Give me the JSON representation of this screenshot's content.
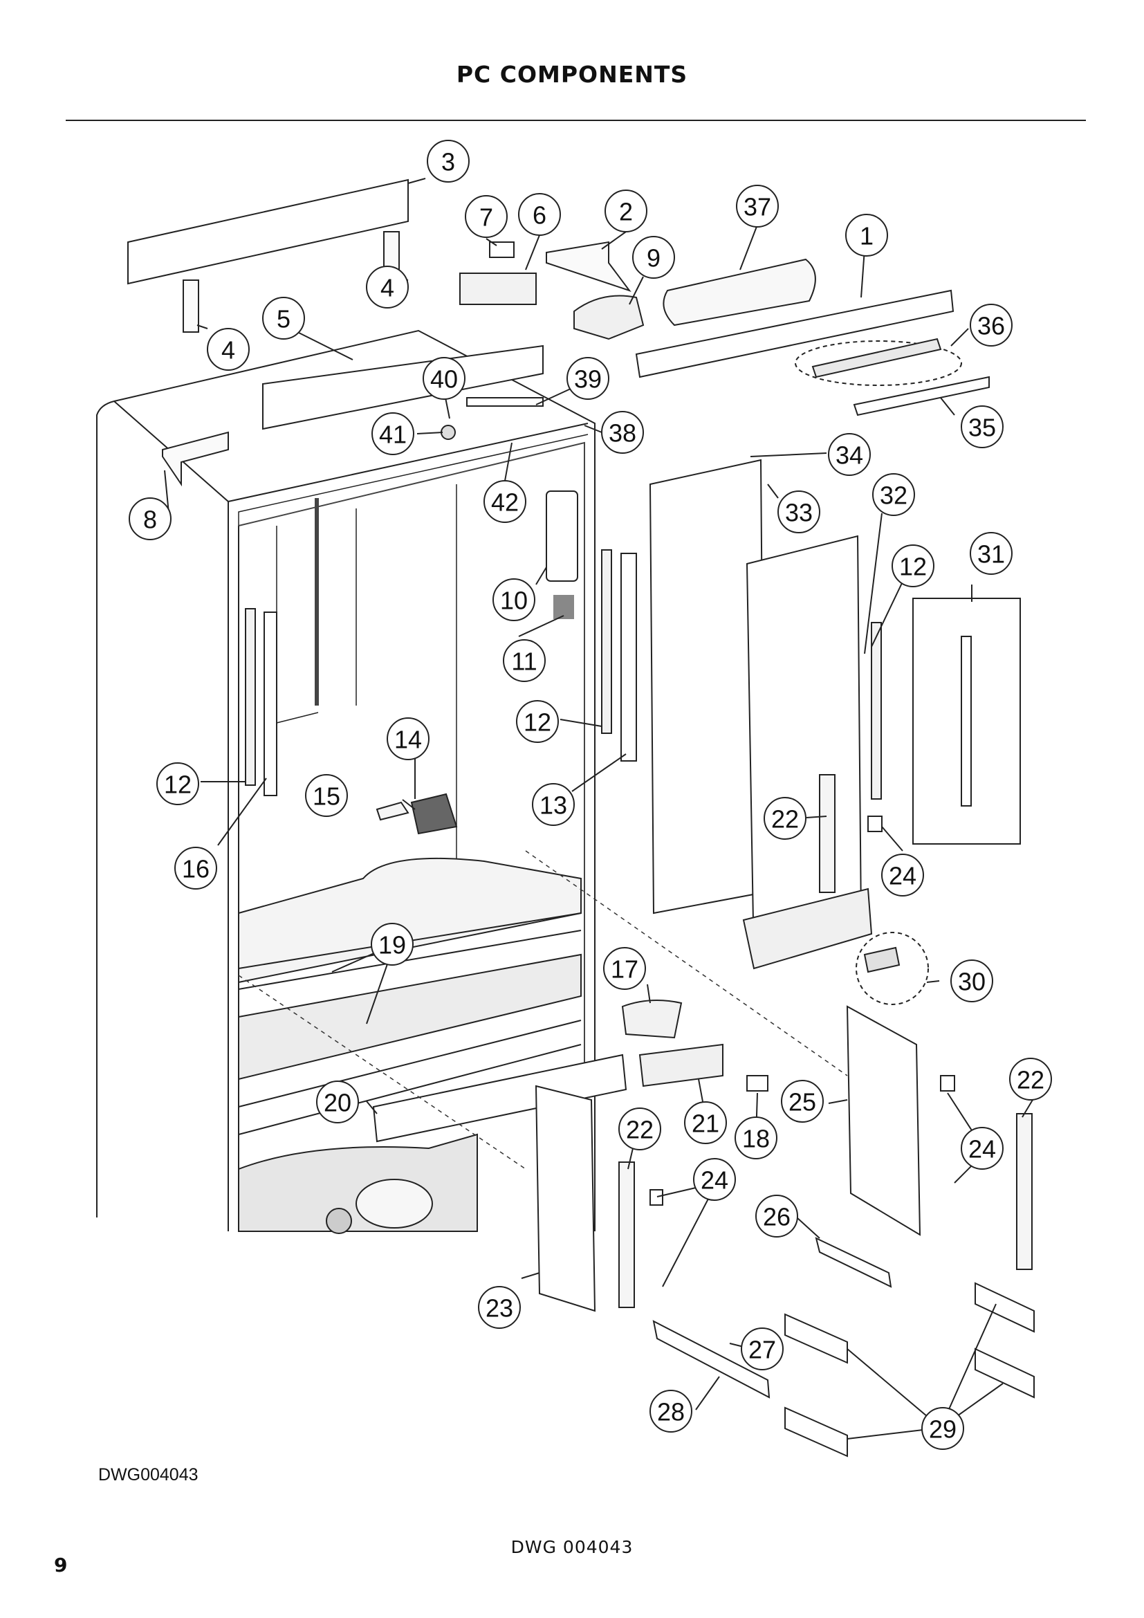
{
  "page": {
    "title": "PC COMPONENTS",
    "drawing_id": "DWG004043",
    "footer": "DWG 004043",
    "page_number": "9"
  },
  "diagram": {
    "callouts": [
      {
        "id": "3",
        "label": "3"
      },
      {
        "id": "7",
        "label": "7"
      },
      {
        "id": "6",
        "label": "6"
      },
      {
        "id": "2",
        "label": "2"
      },
      {
        "id": "37",
        "label": "37"
      },
      {
        "id": "1",
        "label": "1"
      },
      {
        "id": "9",
        "label": "9"
      },
      {
        "id": "4a",
        "label": "4"
      },
      {
        "id": "4b",
        "label": "4"
      },
      {
        "id": "5",
        "label": "5"
      },
      {
        "id": "36",
        "label": "36"
      },
      {
        "id": "40",
        "label": "40"
      },
      {
        "id": "39",
        "label": "39"
      },
      {
        "id": "41",
        "label": "41"
      },
      {
        "id": "38",
        "label": "38"
      },
      {
        "id": "35",
        "label": "35"
      },
      {
        "id": "34",
        "label": "34"
      },
      {
        "id": "8",
        "label": "8"
      },
      {
        "id": "42",
        "label": "42"
      },
      {
        "id": "33",
        "label": "33"
      },
      {
        "id": "32",
        "label": "32"
      },
      {
        "id": "31",
        "label": "31"
      },
      {
        "id": "12a",
        "label": "12"
      },
      {
        "id": "10",
        "label": "10"
      },
      {
        "id": "11",
        "label": "11"
      },
      {
        "id": "12b",
        "label": "12"
      },
      {
        "id": "14",
        "label": "14"
      },
      {
        "id": "12c",
        "label": "12"
      },
      {
        "id": "15",
        "label": "15"
      },
      {
        "id": "13",
        "label": "13"
      },
      {
        "id": "22a",
        "label": "22"
      },
      {
        "id": "16",
        "label": "16"
      },
      {
        "id": "24a",
        "label": "24"
      },
      {
        "id": "19",
        "label": "19"
      },
      {
        "id": "17",
        "label": "17"
      },
      {
        "id": "30",
        "label": "30"
      },
      {
        "id": "22b",
        "label": "22"
      },
      {
        "id": "20",
        "label": "20"
      },
      {
        "id": "22c",
        "label": "22"
      },
      {
        "id": "21",
        "label": "21"
      },
      {
        "id": "25",
        "label": "25"
      },
      {
        "id": "18",
        "label": "18"
      },
      {
        "id": "24b",
        "label": "24"
      },
      {
        "id": "24c",
        "label": "24"
      },
      {
        "id": "26",
        "label": "26"
      },
      {
        "id": "23",
        "label": "23"
      },
      {
        "id": "27",
        "label": "27"
      },
      {
        "id": "28",
        "label": "28"
      },
      {
        "id": "29",
        "label": "29"
      }
    ]
  }
}
